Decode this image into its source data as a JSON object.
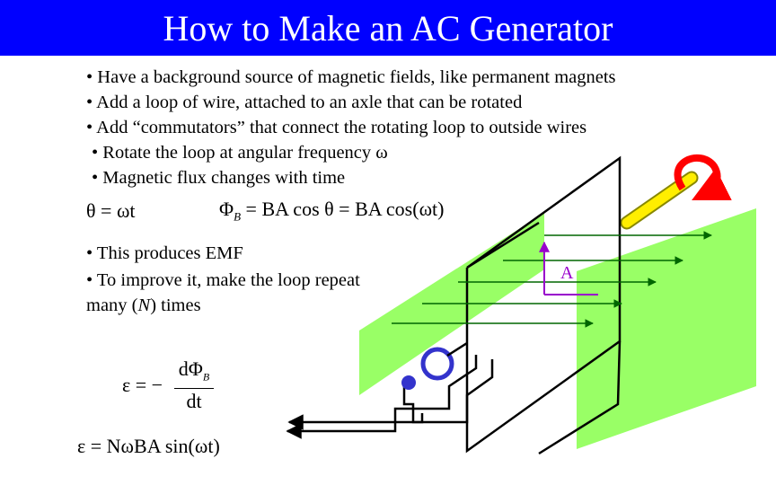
{
  "title": "How to Make an AC Generator",
  "bullets": [
    "• Have a background source of magnetic fields, like permanent magnets",
    "• Add a loop of wire, attached to an axle that can be rotated",
    "• Add “commutators” that connect the rotating loop to outside wires",
    "• Rotate the loop at angular frequency ω",
    "• Magnetic flux changes with time"
  ],
  "equations": {
    "theta": "θ = ωt",
    "flux": "Φ",
    "flux_sub": "B",
    "flux_rhs": " = BA cos θ = BA cos(ωt)",
    "emf_lhs": "ε = −",
    "emf_num": "dΦ",
    "emf_num_sub": "B",
    "emf_den": "dt",
    "emf_final": "ε = NωBA sin(ωt)"
  },
  "lower_bullets": {
    "line1": "• This produces EMF",
    "line2": "• To improve it, make the loop repeat",
    "line3_pre": "many (",
    "line3_n": "N",
    "line3_post": ") times"
  },
  "diagram": {
    "area_label": "A"
  },
  "colors": {
    "title_bg": "#0000ff",
    "magnet": "#99ff66",
    "field_lines": "#006600",
    "area_vector": "#9900cc",
    "commutator": "#3333cc",
    "axle": "#ffee00",
    "rotation_arrow": "#ff0000"
  }
}
